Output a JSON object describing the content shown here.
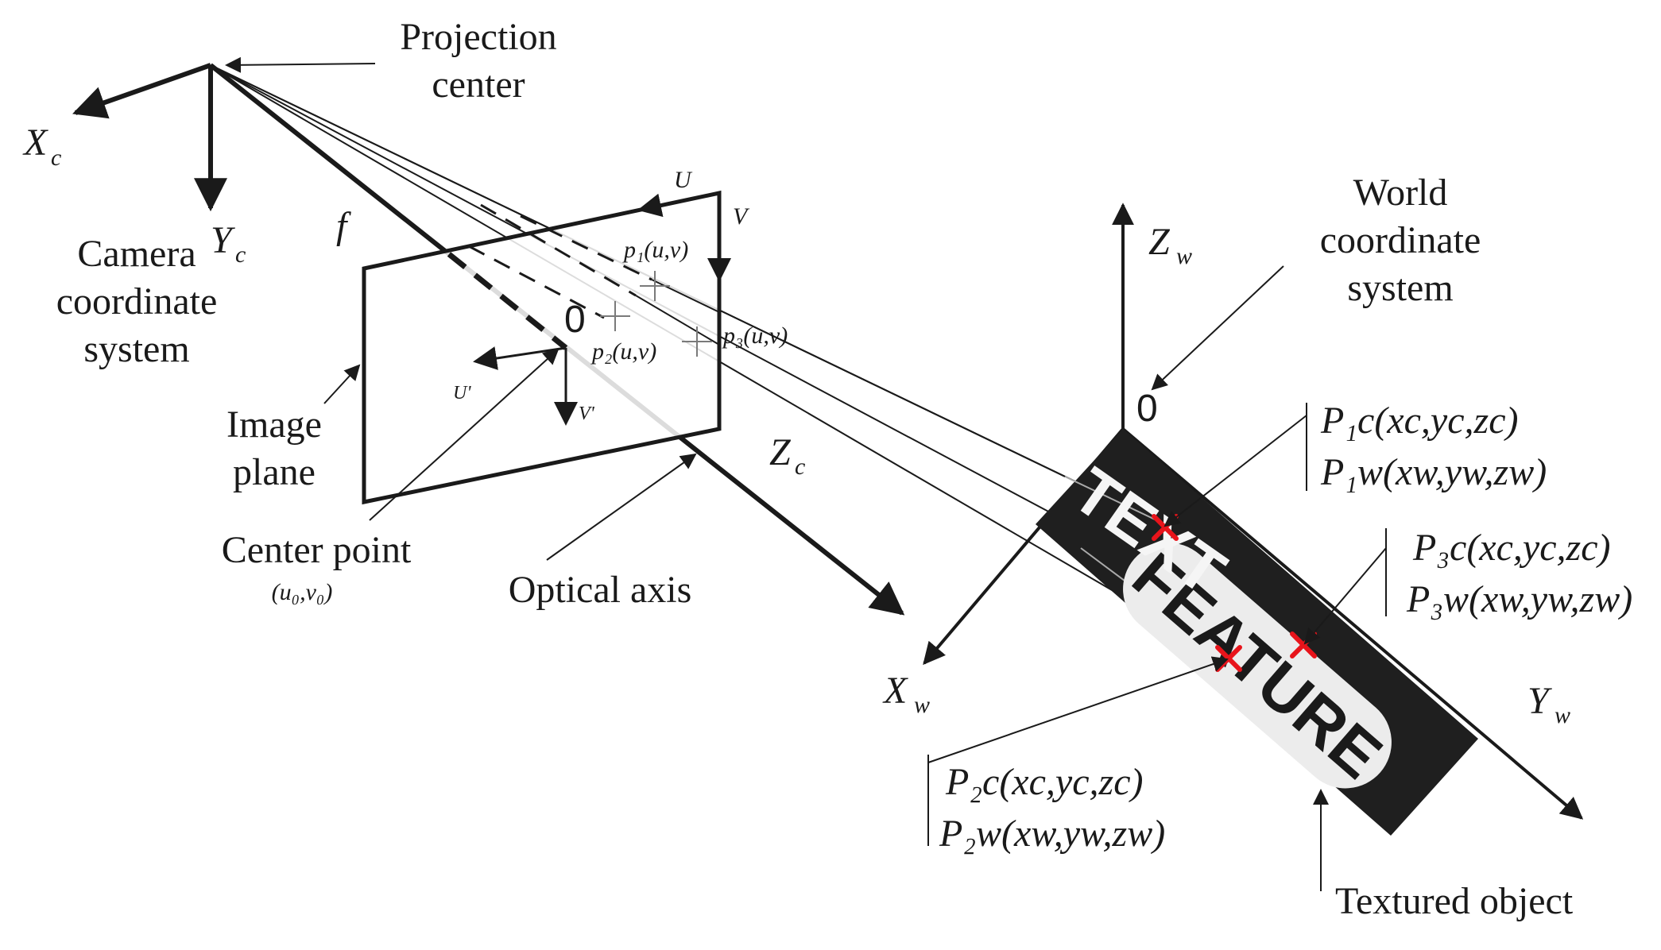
{
  "colors": {
    "ink": "#1a1a1a",
    "object_fill": "#1f1f1f",
    "pill_fill": "#ececec",
    "marker": "#e8141b"
  },
  "camera": {
    "projection_center": [
      "Projection",
      "center"
    ],
    "axis_x": "X",
    "axis_x_sub": "c",
    "axis_y": "Y",
    "axis_y_sub": "c",
    "axis_z": "Z",
    "axis_z_sub": "c",
    "focal": "f",
    "title": [
      "Camera",
      "coordinate",
      "system"
    ]
  },
  "image_plane": {
    "label": [
      "Image",
      "plane"
    ],
    "u": "U",
    "v": "V",
    "u_prime": "U'",
    "v_prime": "V'",
    "origin": "0",
    "p1": "p₁(u,v)",
    "p2": "p₂(u,v)",
    "p3": "p₃(u,v)",
    "center_point": "Center point",
    "center_coords": "(u₀,v₀)"
  },
  "optical_axis": "Optical axis",
  "world": {
    "title": [
      "World",
      "coordinate",
      "system"
    ],
    "axis_x": "X",
    "axis_x_sub": "w",
    "axis_y": "Y",
    "axis_y_sub": "w",
    "axis_z": "Z",
    "axis_z_sub": "w",
    "origin": "0"
  },
  "points": {
    "P1c": "P₁c(xc,yc,zc)",
    "P1w": "P₁w(xw,yw,zw)",
    "P2c": "P₂c(xc,yc,zc)",
    "P2w": "P₂w(xw,yw,zw)",
    "P3c": "P₃c(xc,yc,zc)",
    "P3w": "P₃w(xw,yw,zw)"
  },
  "object": {
    "label": "Textured object",
    "text1": "TEXT",
    "text2": "FEATURE"
  }
}
